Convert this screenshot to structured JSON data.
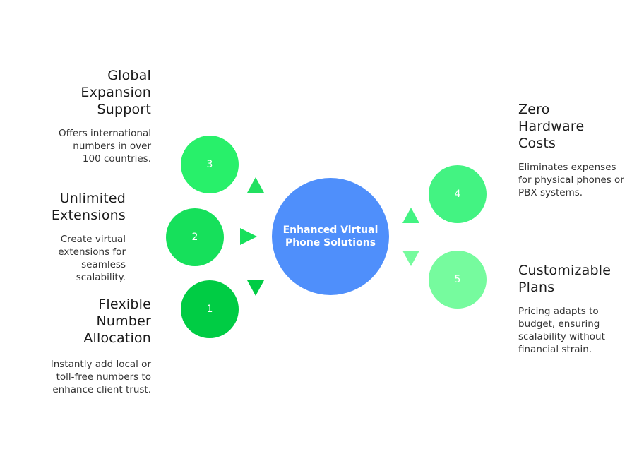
{
  "center": {
    "label": "Enhanced Virtual Phone Solutions",
    "color": "#4f8ffb"
  },
  "nodes": [
    {
      "number": "1",
      "title": "Flexible\nNumber\nAllocation",
      "description": "Instantly add local or toll-free numbers to enhance client trust.",
      "color": "#00cc44"
    },
    {
      "number": "2",
      "title": "Unlimited\nExtensions",
      "description": "Create virtual extensions for seamless scalability.",
      "color": "#16e05b"
    },
    {
      "number": "3",
      "title": "Global\nExpansion\nSupport",
      "description": "Offers international numbers in over 100 countries.",
      "color": "#28f06a"
    },
    {
      "number": "4",
      "title": "Zero\nHardware\nCosts",
      "description": "Eliminates expenses for physical phones or PBX systems.",
      "color": "#43f382"
    },
    {
      "number": "5",
      "title": "Customizable\nPlans",
      "description": "Pricing adapts to budget, ensuring scalability without financial strain.",
      "color": "#76fb9e"
    }
  ]
}
